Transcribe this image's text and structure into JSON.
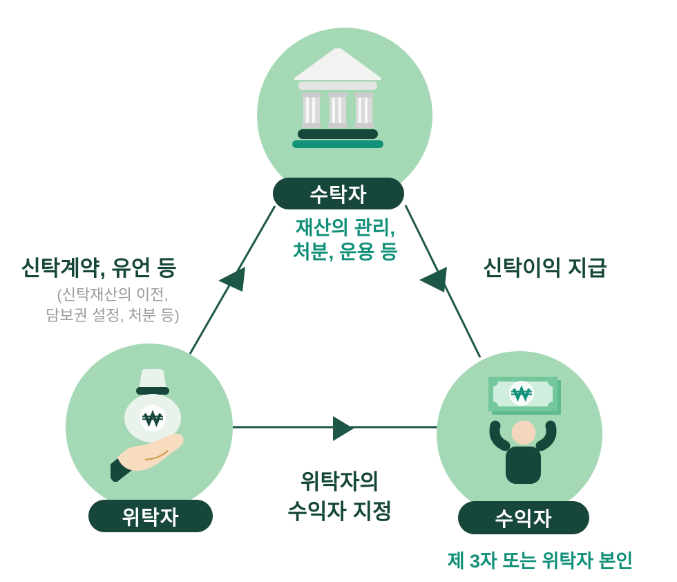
{
  "diagram": {
    "title_semantic": "trust-structure-triangle-diagram",
    "nodes": {
      "trustee": {
        "label": "수탁자",
        "icon": "bank-building-icon",
        "note_line1": "재산의 관리,",
        "note_line2": "처분, 운용 등"
      },
      "truster": {
        "label": "위탁자",
        "icon": "money-bag-on-hand-icon"
      },
      "beneficiary": {
        "label": "수익자",
        "icon": "person-holding-banknote-icon",
        "note": "제 3자 또는 위탁자 본인"
      }
    },
    "edges": {
      "truster_to_trustee": {
        "label": "신탁계약, 유언 등",
        "sub_line1": "(신탁재산의 이전,",
        "sub_line2": "담보권 설정, 처분 등)"
      },
      "trustee_to_beneficiary": {
        "label": "신탁이익 지급"
      },
      "truster_to_beneficiary": {
        "label_line1": "위탁자의",
        "label_line2": "수익자 지정"
      }
    },
    "icons": {
      "won_symbol": "₩"
    },
    "colors": {
      "circle_green": "#a5d8b5",
      "pill_dark_green": "#17463a",
      "line_green": "#1c5748",
      "title_green": "#154639",
      "teal_accent": "#12917b",
      "teal_text": "#0f8f77",
      "gray_text": "#9b9b9b",
      "skin": "#f8dcc0"
    }
  }
}
